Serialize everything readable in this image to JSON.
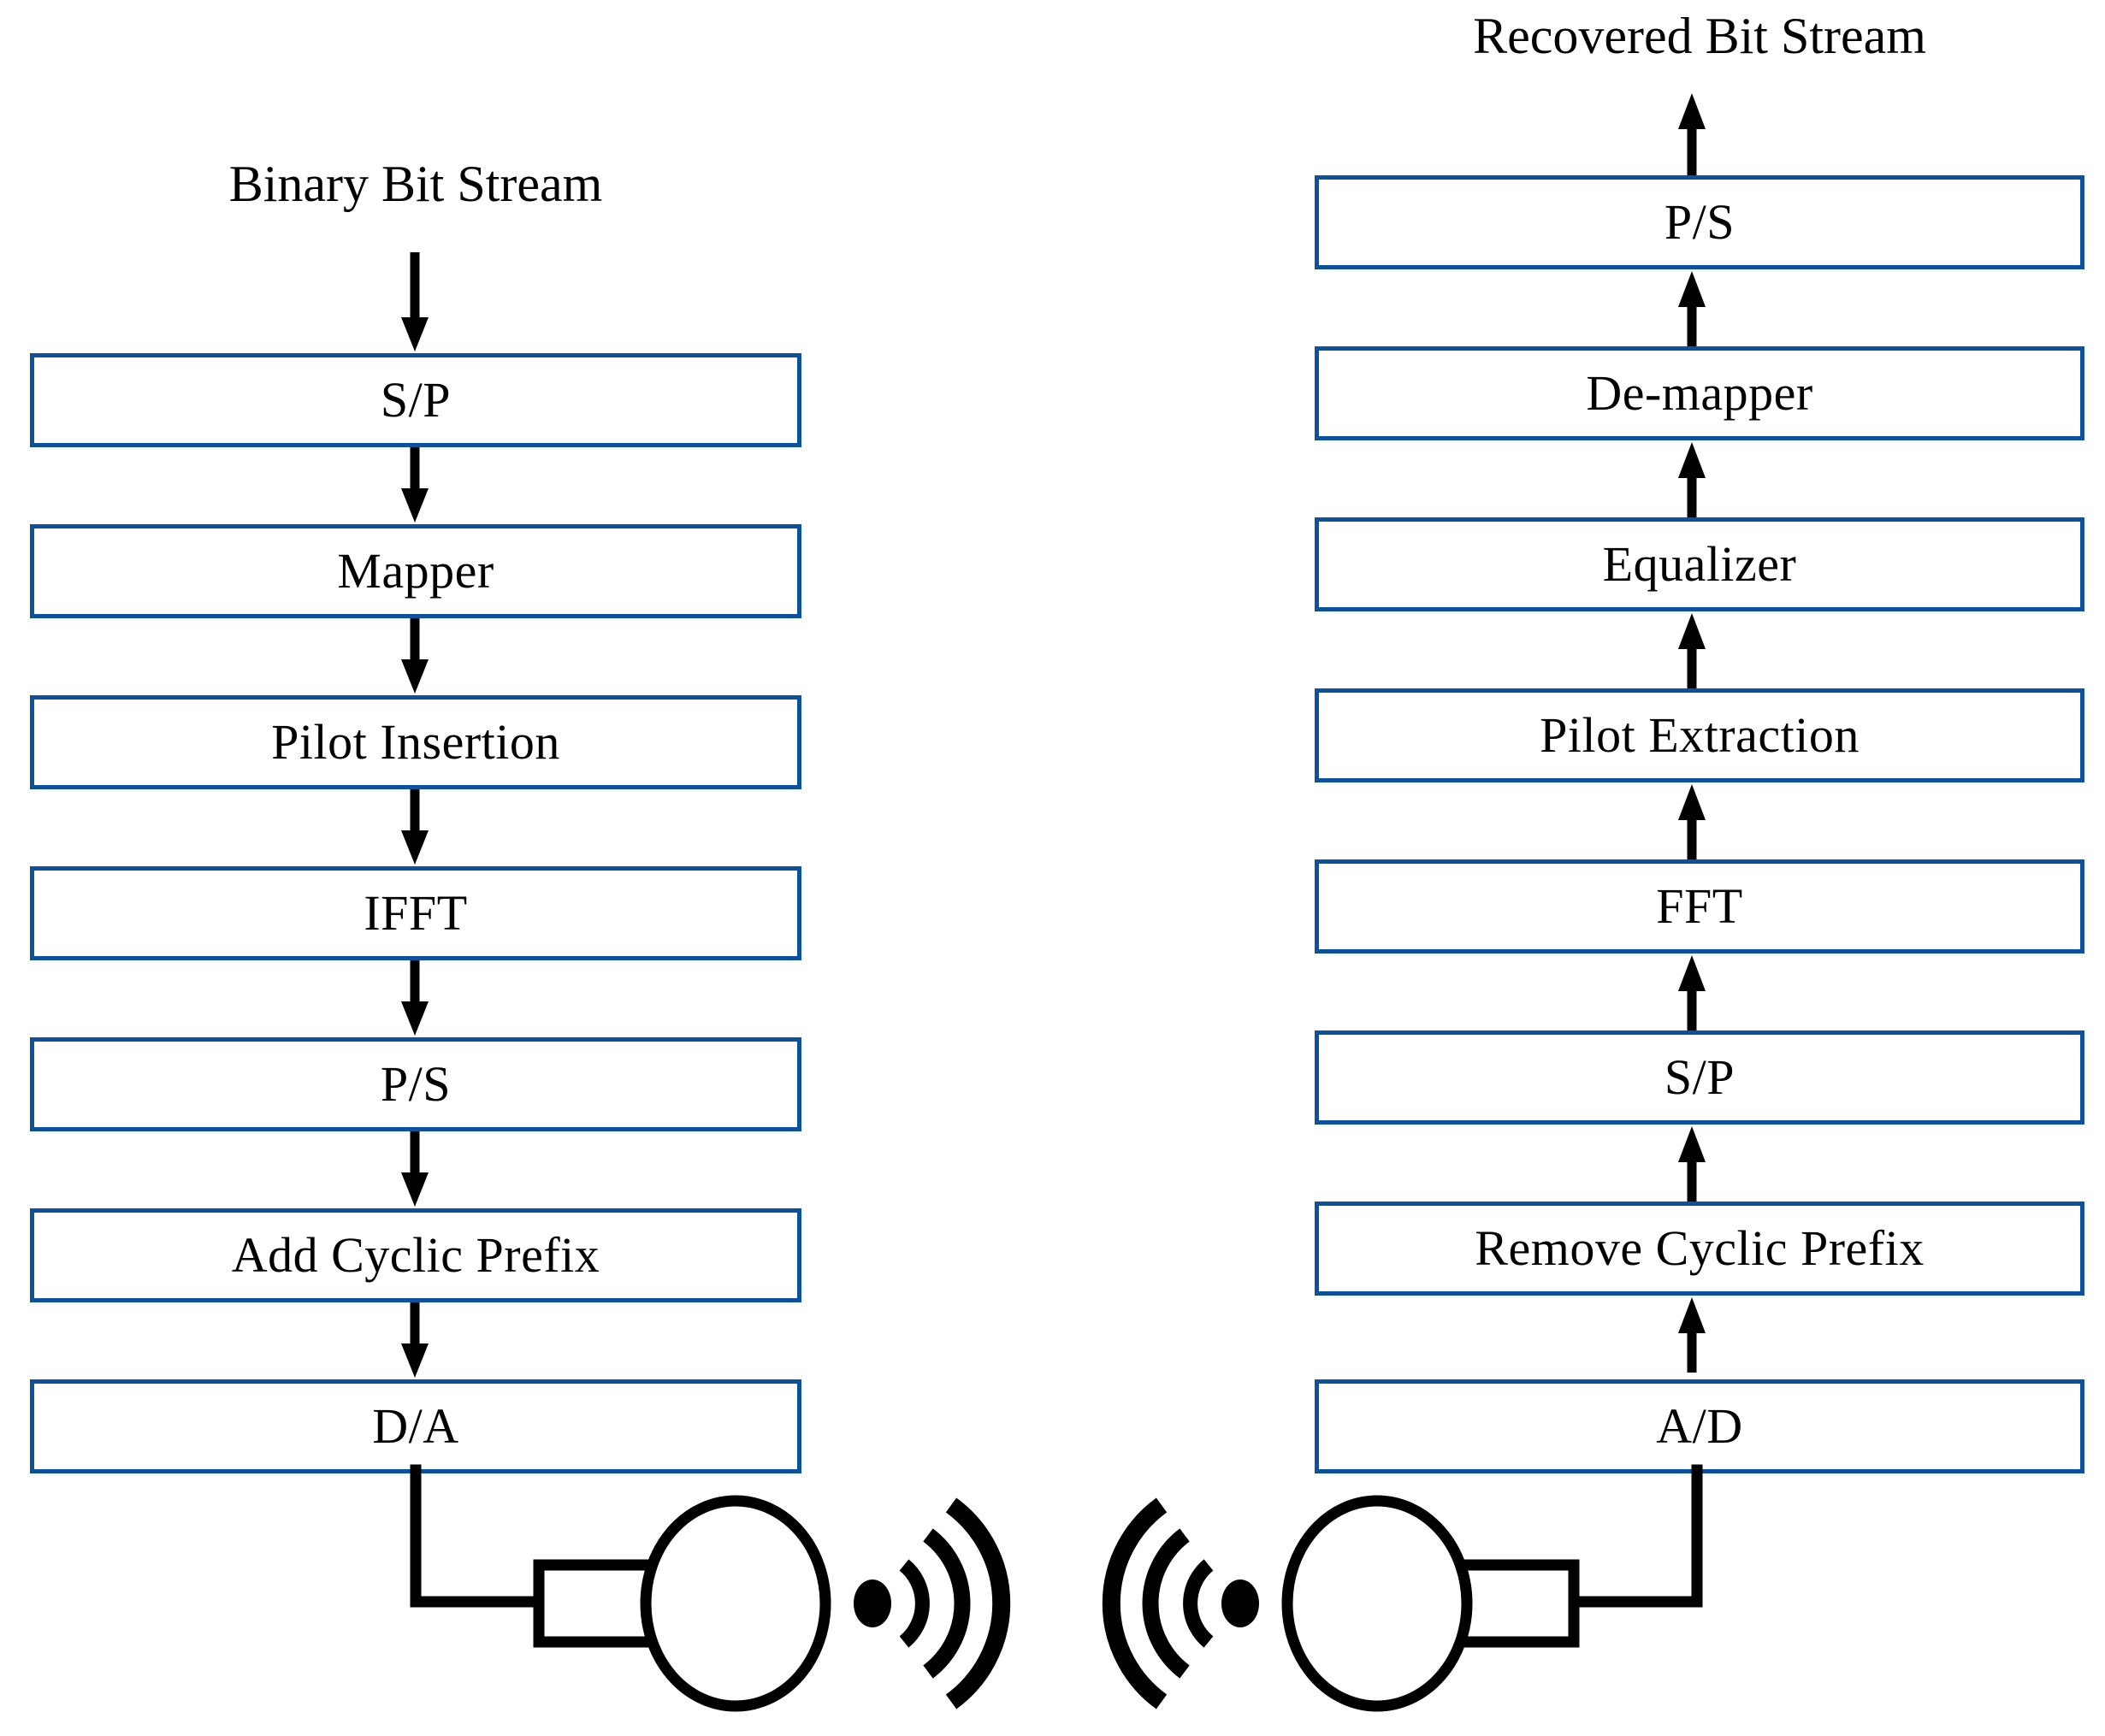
{
  "diagram": {
    "title": "OFDM transmitter and receiver block diagram",
    "colors": {
      "box_border": "#0b519c",
      "box_fill": "#ffffff",
      "arrow": "#000000",
      "text": "#000000",
      "background": "#ffffff"
    }
  },
  "transmitter": {
    "input_caption": "Binary Bit Stream",
    "blocks": [
      {
        "label": "S/P"
      },
      {
        "label": "Mapper"
      },
      {
        "label": "Pilot Insertion"
      },
      {
        "label": "IFFT"
      },
      {
        "label": "P/S"
      },
      {
        "label": "Add Cyclic Prefix"
      },
      {
        "label": "D/A"
      }
    ],
    "antenna": {
      "name": "transmit-antenna",
      "waves": "radiating-right"
    }
  },
  "receiver": {
    "output_caption": "Recovered Bit Stream",
    "blocks": [
      {
        "label": "P/S"
      },
      {
        "label": "De-mapper"
      },
      {
        "label": "Equalizer"
      },
      {
        "label": "Pilot Extraction"
      },
      {
        "label": "FFT"
      },
      {
        "label": "S/P"
      },
      {
        "label": "Remove Cyclic Prefix"
      },
      {
        "label": "A/D"
      }
    ],
    "antenna": {
      "name": "receive-antenna",
      "waves": "incoming-from-left"
    }
  }
}
